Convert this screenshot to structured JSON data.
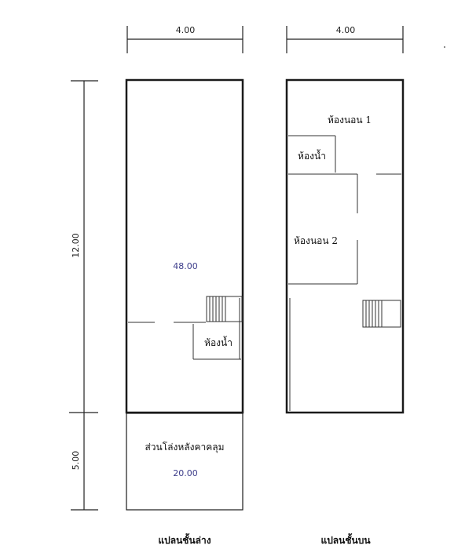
{
  "dimensions": {
    "ground_width": "4.00",
    "upper_width": "4.00",
    "main_length": "12.00",
    "rear_length": "5.00"
  },
  "ground_floor": {
    "main_area": "48.00",
    "bathroom_label": "ห้องน้ำ",
    "rear_label": "ส่วนโล่งหลังคาคลุม",
    "rear_area": "20.00",
    "caption": "แปลนชั้นล่าง"
  },
  "upper_floor": {
    "bedroom1_label": "ห้องนอน 1",
    "bathroom_label": "ห้องน้ำ",
    "bedroom2_label": "ห้องนอน 2",
    "caption": "แปลนชั้นบน"
  }
}
